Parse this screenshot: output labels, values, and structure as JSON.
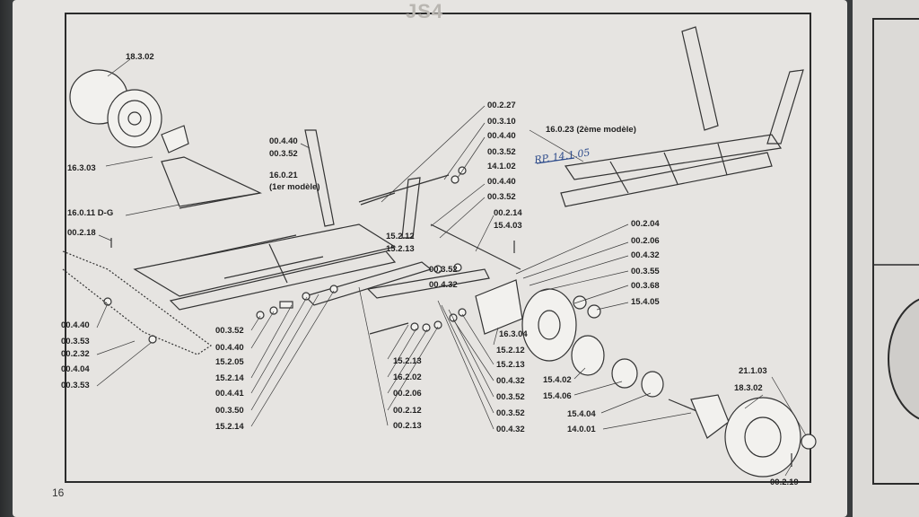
{
  "header": {
    "logo": "JS4"
  },
  "page": {
    "number": "16"
  },
  "handwritten_note": "RP. 14.1.05",
  "labels": {
    "l_18302a": "18.3.02",
    "l_16303": "16.3.03",
    "l_16011": "16.0.11  D-G",
    "l_00218": "00.2.18",
    "l_00440a": "00.4.40",
    "l_00353a": "00.3.53",
    "l_00232": "00.2.32",
    "l_00404": "00.4.04",
    "l_00353b": "00.3.53",
    "l_00440b": "00.4.40",
    "l_00352a": "00.3.52",
    "l_16021": "16.0.21",
    "l_1er": "(1er modèle)",
    "l_00227": "00.2.27",
    "l_00310": "00.3.10",
    "l_00440c": "00.4.40",
    "l_00352b": "00.3.52",
    "l_14102": "14.1.02",
    "l_00440d": "00.4.40",
    "l_00352c": "00.3.52",
    "l_00214": "00.2.14",
    "l_15403": "15.4.03",
    "l_16023": "16.0.23 (2ème modèle)",
    "l_15212a": "15.2.12",
    "l_15213a": "15.2.13",
    "l_00352d": "00.3.52",
    "l_00432a": "00.4.32",
    "l_00204": "00.2.04",
    "l_00206a": "00.2.06",
    "l_00432b": "00.4.32",
    "l_00355": "00.3.55",
    "l_00368": "00.3.68",
    "l_15405": "15.4.05",
    "l_00352e": "00.3.52",
    "l_00440e": "00.4.40",
    "l_15205": "15.2.05",
    "l_15214a": "15.2.14",
    "l_00441": "00.4.41",
    "l_00350": "00.3.50",
    "l_15214b": "15.2.14",
    "l_15213b": "15.2.13",
    "l_16202": "16.2.02",
    "l_00206b": "00.2.06",
    "l_00212": "00.2.12",
    "l_00213": "00.2.13",
    "l_16304": "16.3.04",
    "l_15212b": "15.2.12",
    "l_15213c": "15.2.13",
    "l_00432c": "00.4.32",
    "l_00352f": "00.3.52",
    "l_00352g": "00.3.52",
    "l_00432d": "00.4.32",
    "l_15402": "15.4.02",
    "l_15406": "15.4.06",
    "l_15404": "15.4.04",
    "l_14001": "14.0.01",
    "l_21103": "21.1.03",
    "l_18302b": "18.3.02",
    "l_00219": "00.2.19"
  }
}
